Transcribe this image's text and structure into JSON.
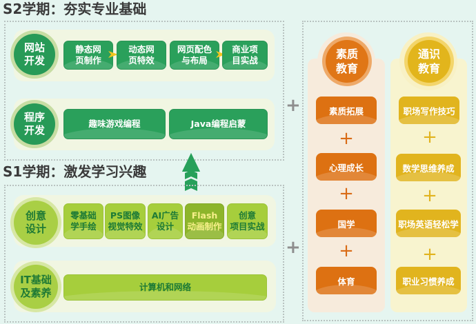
{
  "s2": {
    "title": "S2学期：夯实专业基础",
    "rows": [
      {
        "category": "网站\n开发",
        "category_lines": [
          "网站",
          "开发"
        ],
        "items": [
          {
            "lines": [
              "静态网",
              "页制作"
            ]
          },
          {
            "lines": [
              "动态网",
              "页特效"
            ]
          },
          {
            "lines": [
              "网页配色",
              "与布局"
            ]
          },
          {
            "lines": [
              "商业项",
              "目实战"
            ]
          }
        ]
      },
      {
        "category_lines": [
          "程序",
          "开发"
        ],
        "items": [
          {
            "lines": [
              "趣味游戏编程"
            ]
          },
          {
            "lines": [
              "Java编程启蒙"
            ]
          }
        ]
      }
    ]
  },
  "s1": {
    "title": "S1学期：激发学习兴趣",
    "rows": [
      {
        "category_lines": [
          "创意",
          "设计"
        ],
        "items": [
          {
            "lines": [
              "零基础",
              "学手绘"
            ]
          },
          {
            "lines": [
              "PS图像",
              "视觉特效"
            ]
          },
          {
            "lines": [
              "AI广告",
              "设计"
            ]
          },
          {
            "lines": [
              "Flash",
              "动画制作"
            ],
            "highlighted": true
          },
          {
            "lines": [
              "创意",
              "项目实战"
            ]
          }
        ]
      },
      {
        "category_lines": [
          "IT基础",
          "及素养"
        ],
        "items": [
          {
            "lines": [
              "计算机和网络"
            ]
          }
        ]
      }
    ]
  },
  "connectors": {
    "plus_symbol": "+"
  },
  "right": {
    "columns": [
      {
        "title_lines": [
          "素质",
          "教育"
        ],
        "color": "#dd7112",
        "items": [
          "素质拓展",
          "心理成长",
          "国学",
          "体育"
        ]
      },
      {
        "title_lines": [
          "通识",
          "教育"
        ],
        "color": "#e1b41e",
        "items": [
          "职场写作技巧",
          "数学思维养成",
          "职场英语轻松学",
          "职业习惯养成"
        ]
      }
    ]
  },
  "colors": {
    "background": "#e5f5f0",
    "dark_green": "#2aa05b",
    "lime_green": "#a6ce3c",
    "orange": "#dd7112",
    "gold": "#e1b41e"
  }
}
